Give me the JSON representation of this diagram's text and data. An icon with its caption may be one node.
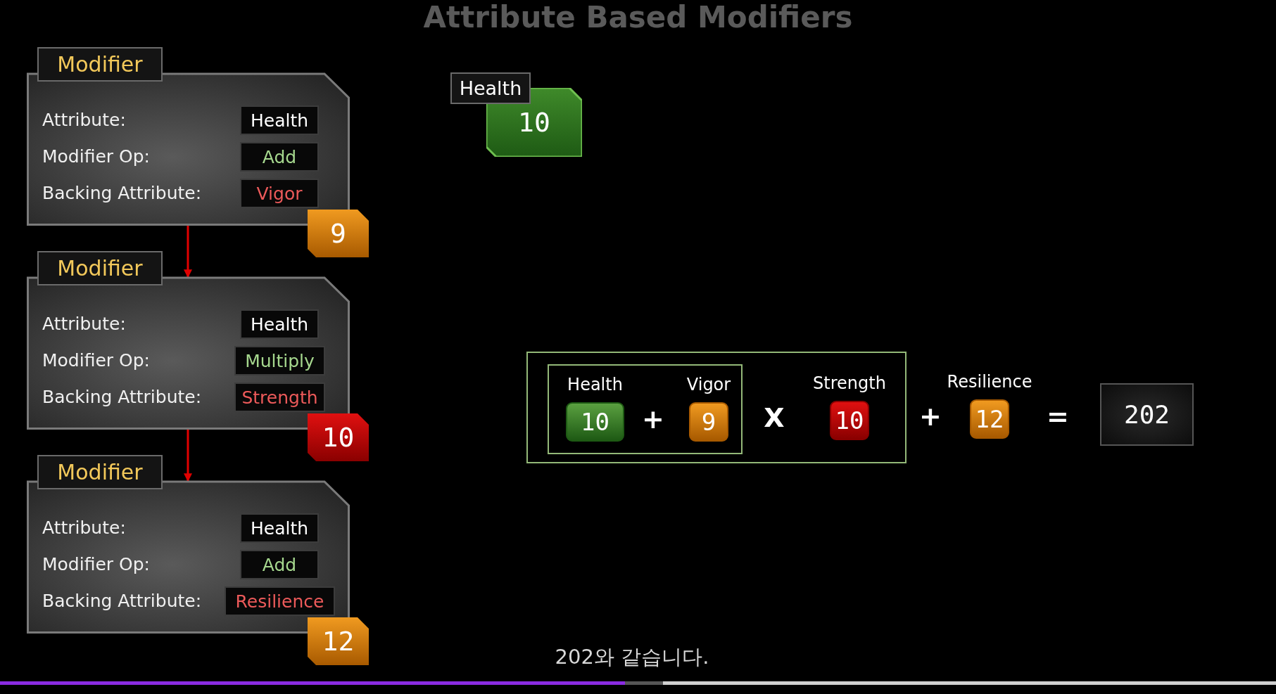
{
  "diagram": {
    "title": "Attribute Based Modifiers",
    "caption": "202와 같습니다.",
    "nodes": [
      {
        "text": [
          "Modifier",
          "Attribute:",
          "Modifier Op:",
          "Backing Attribute:"
        ]
      },
      {
        "text": [
          "Health"
        ],
        "in": 0
      },
      {
        "text": [
          "Add"
        ],
        "in": 0
      },
      {
        "text": [
          "Vigor"
        ],
        "in": 0
      },
      {
        "text": [
          "9"
        ]
      },
      {
        "text": [
          "Modifier",
          "Attribute:",
          "Modifier Op:",
          "Backing Attribute:"
        ]
      },
      {
        "text": [
          "Health"
        ],
        "in": 5
      },
      {
        "text": [
          "Multiply"
        ],
        "in": 5
      },
      {
        "text": [
          "Strength"
        ],
        "in": 5
      },
      {
        "text": [
          "10"
        ]
      },
      {
        "text": [
          "Modifier",
          "Attribute:",
          "Modifier Op:",
          "Backing Attribute:"
        ]
      },
      {
        "text": [
          "Health"
        ],
        "in": 10
      },
      {
        "text": [
          "Add"
        ],
        "in": 10
      },
      {
        "text": [
          "Resilience"
        ],
        "in": 10
      },
      {
        "text": [
          "12"
        ]
      },
      {
        "text": [
          "Health",
          "10"
        ]
      },
      {
        "text": [
          "X"
        ]
      },
      {
        "text": [
          "+"
        ],
        "in": 16
      },
      {
        "text": [
          "10"
        ],
        "beside": [
          "Health"
        ],
        "in": 17
      },
      {
        "text": [
          "9"
        ],
        "beside": [
          "Vigor"
        ],
        "in": 17
      },
      {
        "text": [
          "10"
        ],
        "beside": [
          "Strength"
        ],
        "in": 16
      },
      {
        "text": [
          "12"
        ],
        "beside": [
          "Resilience"
        ]
      },
      {
        "text": [
          "202"
        ]
      }
    ],
    "edges": [
      {
        "from": 0,
        "to": 5,
        "arrow": "to",
        "color": "#e00000"
      },
      {
        "from": 5,
        "to": 10,
        "arrow": "to",
        "color": "#e00000"
      }
    ],
    "labels": [
      "+",
      "="
    ]
  }
}
